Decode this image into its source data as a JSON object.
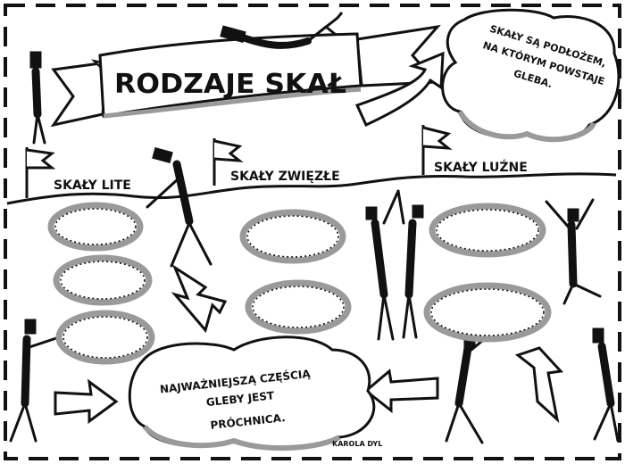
{
  "title": "RODZAJE SKAŁ",
  "cloud_top": {
    "lines": [
      "SKAŁY SĄ PODŁOŻEM,",
      "NA KTÓRYM POWSTAJE",
      "GLEBA."
    ]
  },
  "categories": [
    {
      "label": "SKAŁY LITE"
    },
    {
      "label": "SKAŁY ZWIĘZŁE"
    },
    {
      "label": "SKAŁY LUŹNE"
    }
  ],
  "cloud_bottom": {
    "lines": [
      "NAJWAŻNIEJSZĄ CZĘŚCIĄ",
      "GLEBY JEST",
      "PRÓCHNICA."
    ]
  },
  "signature": "KAROLA DYL",
  "colors": {
    "ink": "#111111",
    "gray": "#9a9a9a",
    "paper": "#ffffff"
  }
}
